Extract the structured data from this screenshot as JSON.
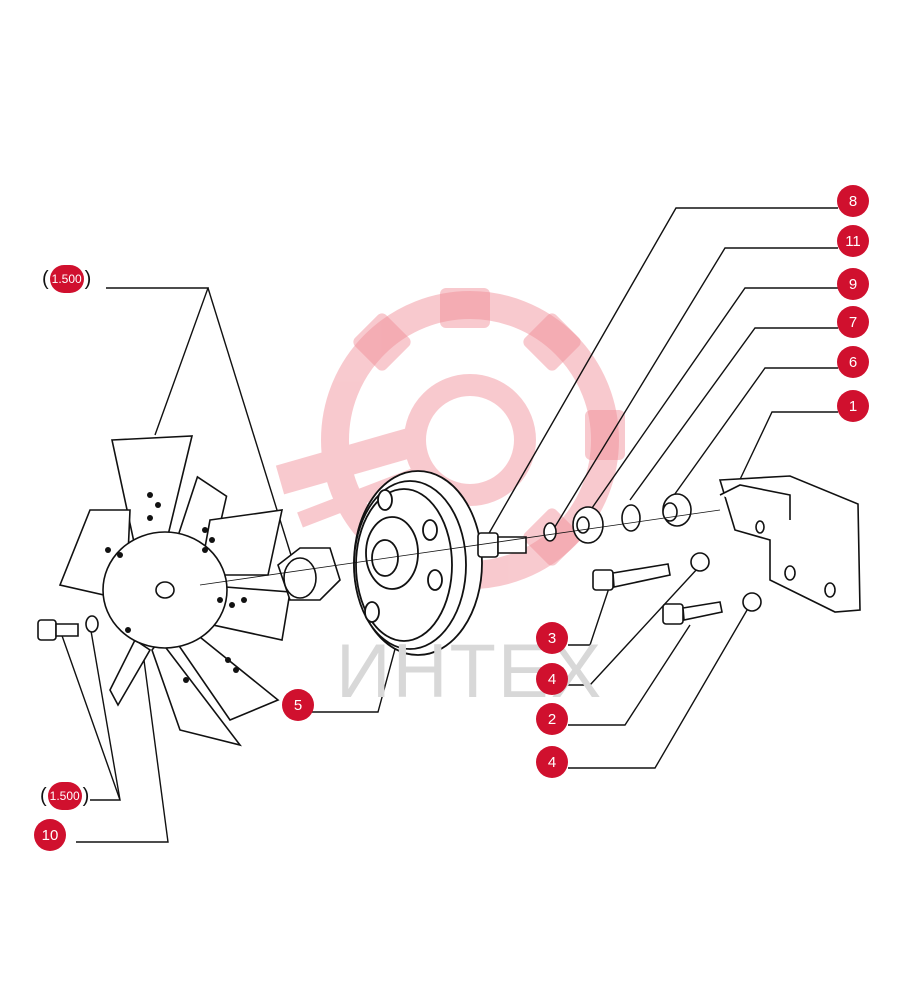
{
  "watermark": {
    "text": "ИНТЕХ",
    "color": "#f3c9cd"
  },
  "accent_color": "#d0102e",
  "callouts": [
    {
      "id": "c8",
      "label": "8"
    },
    {
      "id": "c11",
      "label": "11"
    },
    {
      "id": "c9",
      "label": "9"
    },
    {
      "id": "c7",
      "label": "7"
    },
    {
      "id": "c6",
      "label": "6"
    },
    {
      "id": "c1",
      "label": "1"
    },
    {
      "id": "c3",
      "label": "3"
    },
    {
      "id": "c4a",
      "label": "4"
    },
    {
      "id": "c2",
      "label": "2"
    },
    {
      "id": "c4b",
      "label": "4"
    },
    {
      "id": "c5",
      "label": "5"
    },
    {
      "id": "c10",
      "label": "10"
    }
  ],
  "quantity_brackets": [
    {
      "id": "q1",
      "open": "(",
      "value": "1.500",
      "close": ")"
    },
    {
      "id": "q2",
      "open": "(",
      "value": "1.500",
      "close": ")"
    }
  ]
}
